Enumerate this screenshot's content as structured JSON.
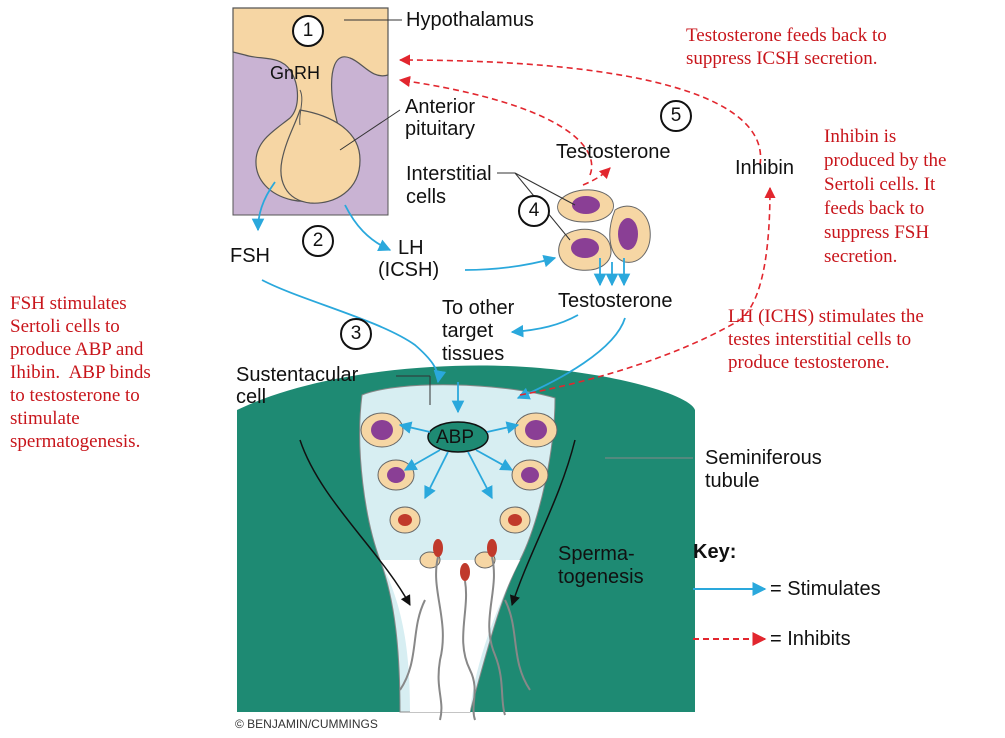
{
  "labels": {
    "hypothalamus": "Hypothalamus",
    "gnrh": "GnRH",
    "anterior_pituitary": [
      "Anterior",
      "pituitary"
    ],
    "fsh": "FSH",
    "lh": [
      "LH",
      "(ICSH)"
    ],
    "interstitial_cells": [
      "Interstitial",
      "cells"
    ],
    "testosterone_top": "Testosterone",
    "testosterone_mid": "Testosterone",
    "inhibin": "Inhibin",
    "to_other": [
      "To other",
      "target",
      "tissues"
    ],
    "sustentacular": [
      "Sustentacular",
      "cell"
    ],
    "abp": "ABP",
    "seminiferous": [
      "Seminiferous",
      "tubule"
    ],
    "spermatogenesis": [
      "Sperma-",
      "togenesis"
    ],
    "key_title": "Key:",
    "key_stimulates": "= Stimulates",
    "key_inhibits": "= Inhibits",
    "copyright": "© BENJAMIN/CUMMINGS"
  },
  "steps": [
    "1",
    "2",
    "3",
    "4",
    "5"
  ],
  "notes": {
    "testosterone_feedback": "Testosterone feeds back to\nsuppress ICSH secretion.",
    "inhibin": "Inhibin is\nproduced by the\nSertoli cells. It\nfeeds back to\nsuppress FSH\nsecretion.",
    "lh_stimulates": "LH (ICHS) stimulates the\ntestes interstitial cells to\nproduce testosterone.",
    "fsh_stimulates": "FSH stimulates\nSertoli cells to\nproduce ABP and\nIhibin.  ABP binds\nto testosterone to\nstimulate\nspermatogenesis."
  },
  "colors": {
    "stimulates": "#2aa8dc",
    "inhibits": "#e2262e",
    "tubule": "#1e8a73",
    "pituitary_bg": "#c9b3d3",
    "tissue": "#f6d6a4",
    "cell_nucleus": "#8a3f95",
    "lumen": "#ffffff",
    "sertoli": "#d7eef2"
  }
}
